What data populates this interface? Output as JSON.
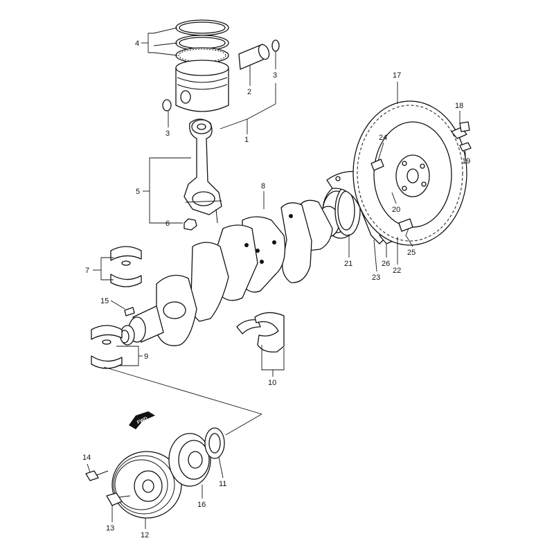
{
  "fwd_label": "FWD",
  "callouts": [
    {
      "key": "c1",
      "text": "1"
    },
    {
      "key": "c2",
      "text": "2"
    },
    {
      "key": "c3a",
      "text": "3"
    },
    {
      "key": "c3b",
      "text": "3"
    },
    {
      "key": "c4",
      "text": "4"
    },
    {
      "key": "c5",
      "text": "5"
    },
    {
      "key": "c6",
      "text": "6"
    },
    {
      "key": "c7",
      "text": "7"
    },
    {
      "key": "c8",
      "text": "8"
    },
    {
      "key": "c9",
      "text": "9"
    },
    {
      "key": "c10",
      "text": "10"
    },
    {
      "key": "c11",
      "text": "11"
    },
    {
      "key": "c12",
      "text": "12"
    },
    {
      "key": "c13",
      "text": "13"
    },
    {
      "key": "c14",
      "text": "14"
    },
    {
      "key": "c15",
      "text": "15"
    },
    {
      "key": "c16",
      "text": "16"
    },
    {
      "key": "c17",
      "text": "17"
    },
    {
      "key": "c18",
      "text": "18"
    },
    {
      "key": "c19",
      "text": "19"
    },
    {
      "key": "c20",
      "text": "20"
    },
    {
      "key": "c21",
      "text": "21"
    },
    {
      "key": "c22",
      "text": "22"
    },
    {
      "key": "c23",
      "text": "23"
    },
    {
      "key": "c24",
      "text": "24"
    },
    {
      "key": "c25",
      "text": "25"
    },
    {
      "key": "c26",
      "text": "26"
    }
  ]
}
